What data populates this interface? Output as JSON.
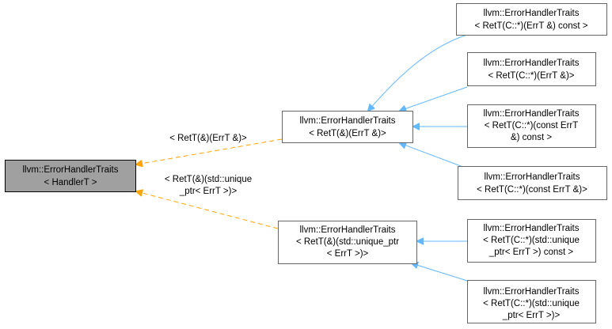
{
  "nodes": {
    "root": [
      "llvm::ErrorHandlerTraits",
      "< HandlerT >"
    ],
    "ref_fn": [
      "llvm::ErrorHandlerTraits",
      "< RetT(&)(ErrT &)>"
    ],
    "unique_ptr_fn": [
      "llvm::ErrorHandlerTraits",
      "< RetT(&)(std::unique_ptr",
      "< ErrT >)>"
    ],
    "member_const_ref": [
      "llvm::ErrorHandlerTraits",
      "< RetT(C::*)(ErrT &) const >"
    ],
    "member_ref": [
      "llvm::ErrorHandlerTraits",
      "< RetT(C::*)(ErrT &)>"
    ],
    "member_const_errt_const": [
      "llvm::ErrorHandlerTraits",
      "< RetT(C::*)(const ErrT",
      "&) const >"
    ],
    "member_const_errt": [
      "llvm::ErrorHandlerTraits",
      "< RetT(C::*)(const ErrT &)>"
    ],
    "member_unique_const": [
      "llvm::ErrorHandlerTraits",
      "< RetT(C::*)(std::unique",
      "_ptr< ErrT >) const >"
    ],
    "member_unique": [
      "llvm::ErrorHandlerTraits",
      "< RetT(C::*)(std::unique",
      "_ptr< ErrT >)>"
    ]
  },
  "edge_labels": {
    "ref_fn_to_root": [
      "< RetT(&)(ErrT &)>"
    ],
    "unique_ptr_fn_to_root": [
      "< RetT(&)(std::unique",
      "_ptr< ErrT >)>"
    ]
  },
  "colors": {
    "root_fill": "#a0a0a0",
    "inheritance_edge": "#63b8ff",
    "template_edge": "#ffa500"
  }
}
